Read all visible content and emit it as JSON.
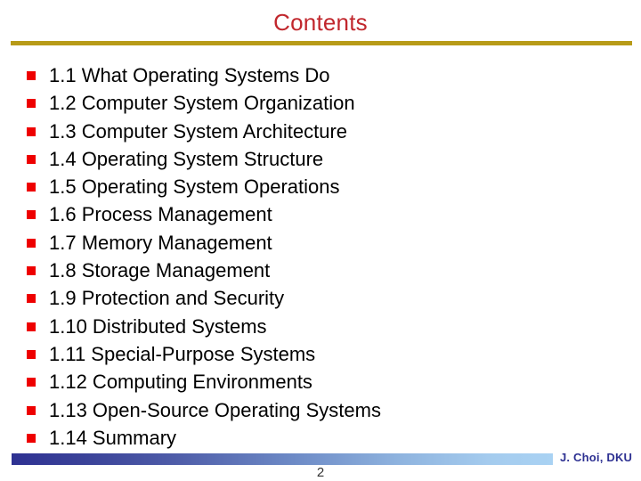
{
  "slide": {
    "title": "Contents",
    "title_color": "#C1272D",
    "rule_color": "#B89B18",
    "background": "#ffffff",
    "body_text_color": "#000000",
    "bullet_color": "#EE0000",
    "bullet_icon": "red-square-bullet"
  },
  "contents": {
    "items": [
      {
        "label": "1.1 What Operating Systems Do"
      },
      {
        "label": "1.2 Computer System Organization"
      },
      {
        "label": "1.3 Computer System Architecture"
      },
      {
        "label": "1.4 Operating System Structure"
      },
      {
        "label": "1.5 Operating System Operations"
      },
      {
        "label": "1.6 Process Management"
      },
      {
        "label": "1.7 Memory Management"
      },
      {
        "label": "1.8 Storage Management"
      },
      {
        "label": "1.9 Protection and Security"
      },
      {
        "label": "1.10 Distributed Systems"
      },
      {
        "label": "1.11 Special-Purpose Systems"
      },
      {
        "label": "1.12 Computing Environments"
      },
      {
        "label": "1.13 Open-Source Operating Systems"
      },
      {
        "label": "1.14 Summary"
      }
    ]
  },
  "footer": {
    "credit": "J. Choi, DKU",
    "credit_color": "#2E3192",
    "page_number": "2",
    "bar_gradient_start": "#2E3192",
    "bar_gradient_end": "#A9D2F3"
  }
}
